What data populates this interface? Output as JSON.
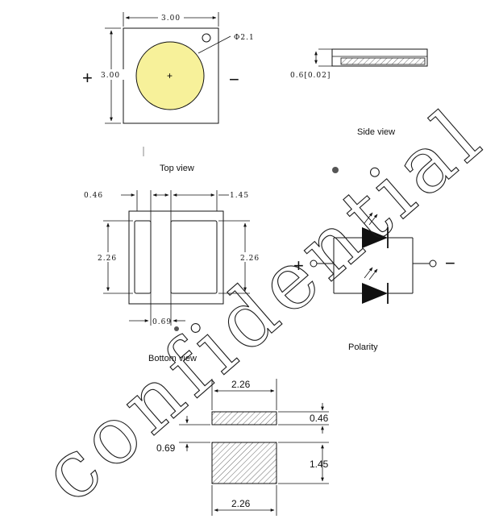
{
  "top_view": {
    "width_dim": "3.00",
    "height_dim": "3.00",
    "lens_dim": "Φ2.1",
    "plus": "+",
    "minus": "−",
    "caption": "Top view",
    "lens_color": "#f7f19a"
  },
  "side_view": {
    "height_dim": "0.6[0.02]",
    "caption": "Side view"
  },
  "bottom_view": {
    "left_dim": "0.46",
    "right_dim": "1.45",
    "left_height_dim": "2.26",
    "right_height_dim": "2.26",
    "gap_dim": "0.69",
    "caption": "Bottom view"
  },
  "polarity": {
    "plus": "+",
    "minus": "−",
    "caption": "Polarity"
  },
  "pad_layout": {
    "top_width_dim": "2.26",
    "top_height_dim": "0.46",
    "gap_dim": "0.69",
    "bottom_height_dim": "1.45",
    "bottom_width_dim": "2.26"
  },
  "watermark": "confidential"
}
